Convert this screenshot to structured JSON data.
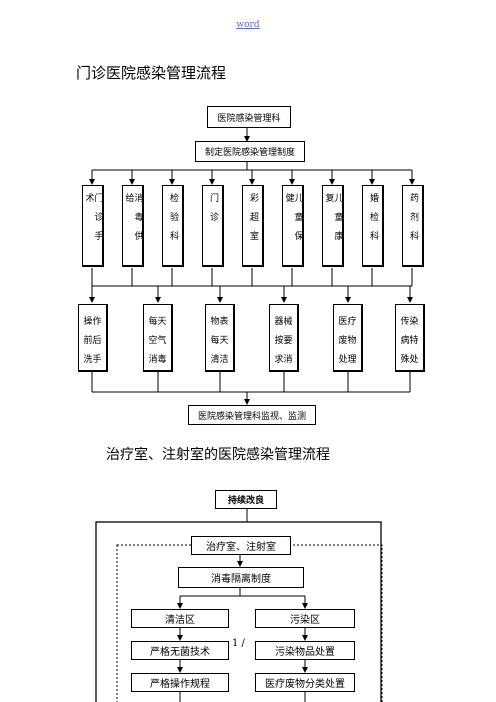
{
  "header": "word",
  "flow1": {
    "title": "门诊医院感染管理流程",
    "top_box": "医院感染管理科",
    "policy_box": "制定医院感染管理制度",
    "departments": [
      "门诊手术",
      "消毒供给",
      "检验科",
      "门诊",
      "彩超室",
      "儿童保健",
      "儿童康复",
      "婚检科",
      "药剂科"
    ],
    "measures": [
      [
        "操作",
        "前后",
        "洗手"
      ],
      [
        "每天",
        "空气",
        "消毒"
      ],
      [
        "物表",
        "每天",
        "清洁"
      ],
      [
        "器械",
        "按要",
        "求消"
      ],
      [
        "医疗",
        "废物",
        "处理"
      ],
      [
        "传染",
        "病特",
        "殊处"
      ]
    ],
    "bottom_box": "医院感染管理科监视、监测"
  },
  "flow2": {
    "title": "治疗室、注射室的医院感染管理流程",
    "top_box": "持续改良",
    "room_box": "治疗室、注射室",
    "isolation_box": "消毒隔离制度",
    "clean_zone": "清洁区",
    "polluted_zone": "污染区",
    "clean_items": [
      "严格无菌技术",
      "严格操作规程"
    ],
    "polluted_items": [
      "污染物品处置",
      "医疗废物分类处置"
    ]
  },
  "page_number": "1 /"
}
